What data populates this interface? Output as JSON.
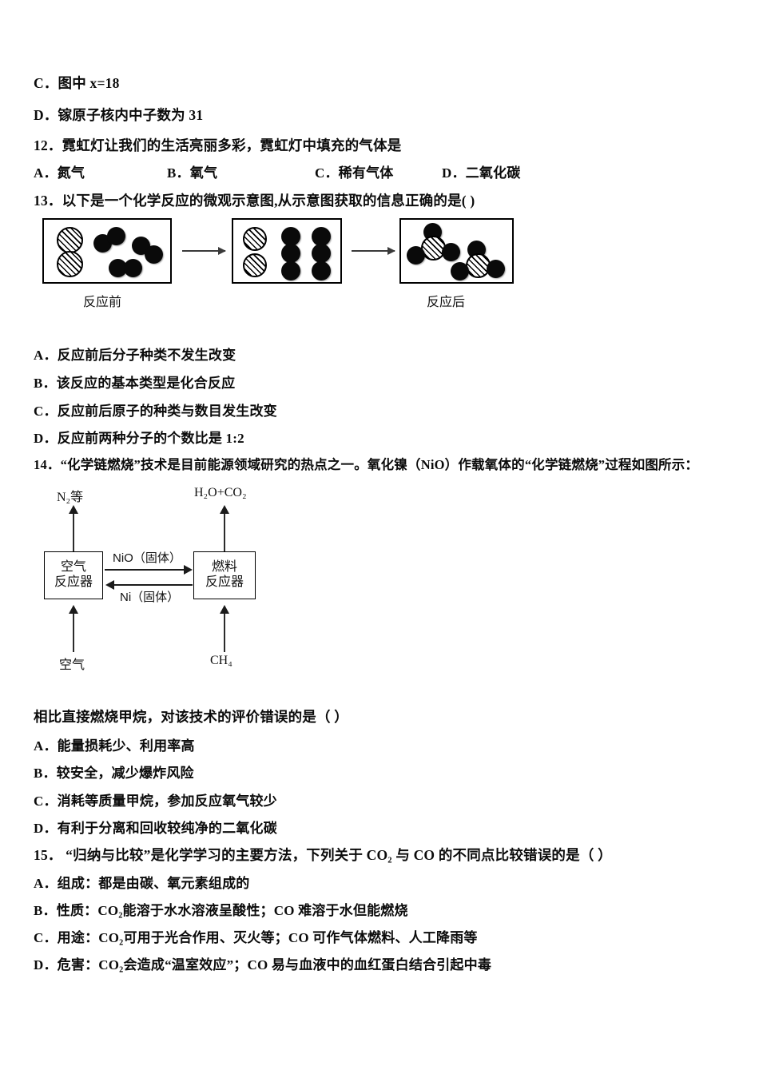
{
  "document": {
    "type": "chemistry-exam-paper",
    "language": "zh-CN"
  },
  "q11_tail": {
    "option_c": "C．图中 x=18",
    "option_d": "D．镓原子核内中子数为 31"
  },
  "q12": {
    "stem": "12．霓虹灯让我们的生活亮丽多彩，霓虹灯中填充的气体是",
    "options": [
      "A．氮气",
      "B．氧气",
      "C．稀有气体",
      "D．二氧化碳"
    ]
  },
  "q13": {
    "stem": "13．以下是一个化学反应的微观示意图,从示意图获取的信息正确的是(    )",
    "diagram": {
      "label_before": "反应前",
      "label_after": "反应后",
      "boxes": [
        {
          "name": "before-box",
          "hatched_atoms": 2,
          "black_atoms": 6,
          "note": "one diatomic hatched molecule (two stacked hatched circles) plus three diatomic black molecules"
        },
        {
          "name": "middle-box",
          "hatched_atoms": 2,
          "black_atoms": 6,
          "note": "free separated atoms arranged in a grid"
        },
        {
          "name": "after-box",
          "hatched_atoms": 2,
          "black_atoms": 6,
          "note": "two molecules, each one hatched atom bonded to three black atoms"
        }
      ],
      "arrows": 2
    },
    "options": [
      "A．反应前后分子种类不发生改变",
      "B．该反应的基本类型是化合反应",
      "C．反应前后原子的种类与数目发生改变",
      "D．反应前两种分子的个数比是 1:2"
    ]
  },
  "q14": {
    "stem": "14．“化学链燃烧”技术是目前能源领域研究的热点之一。氧化镍（NiO）作载氧体的“化学链燃烧”过程如图所示：",
    "diagram": {
      "top_left_output": "N₂等",
      "top_right_output": "H₂O+CO₂",
      "left_box": "空气\n反应器",
      "left_box_line1": "空气",
      "left_box_line2": "反应器",
      "right_box": "燃料\n反应器",
      "right_box_line1": "燃料",
      "right_box_line2": "反应器",
      "arrow_top_label": "NiO（固体）",
      "arrow_bottom_label": "Ni（固体）",
      "bottom_left_input": "空气",
      "bottom_right_input": "CH₄"
    },
    "sub_stem": "相比直接燃烧甲烷，对该技术的评价错误的是（      ）",
    "options": [
      "A．能量损耗少、利用率高",
      "B．较安全，减少爆炸风险",
      "C．消耗等质量甲烷，参加反应氧气较少",
      "D．有利于分离和回收较纯净的二氧化碳"
    ]
  },
  "q15": {
    "stem": "15．  “归纳与比较”是化学学习的主要方法，下列关于 CO₂ 与 CO 的不同点比较错误的是（      ）",
    "options": [
      "A．组成：都是由碳、氧元素组成的",
      "B．性质：CO₂能溶于水水溶液呈酸性；CO 难溶于水但能燃烧",
      "C．用途：CO₂可用于光合作用、灭火等；CO 可作气体燃料、人工降雨等",
      "D．危害：CO₂会造成“温室效应”；CO 易与血液中的血红蛋白结合引起中毒"
    ]
  }
}
